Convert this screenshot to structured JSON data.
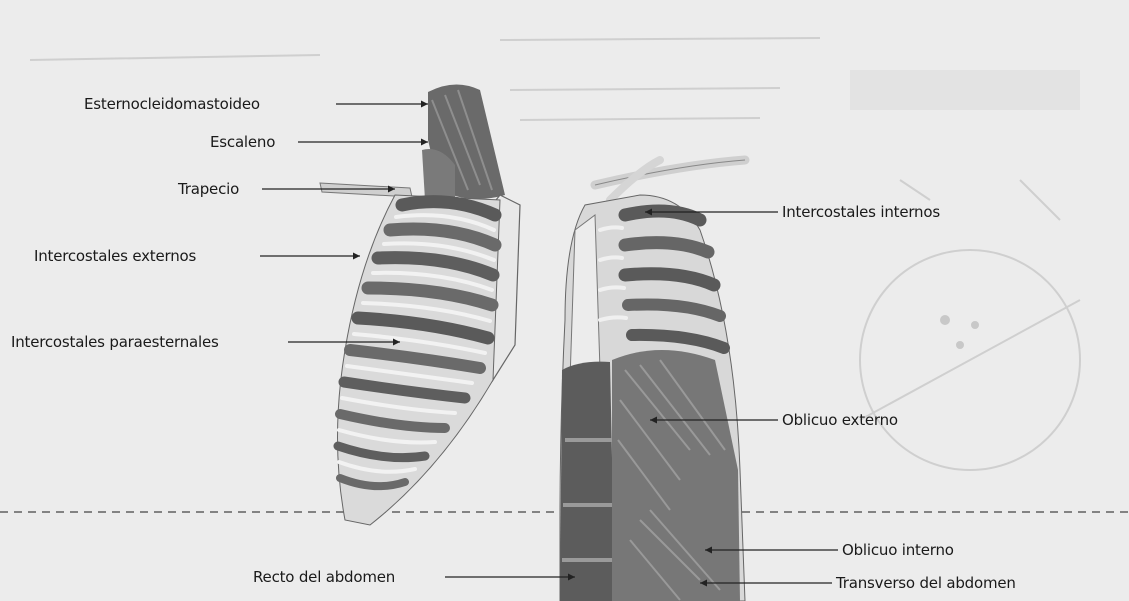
{
  "labels": {
    "esternocleidomastoideo": "Esternocleidomastoideo",
    "escaleno": "Escaleno",
    "trapecio": "Trapecio",
    "intercostales_externos": "Intercostales externos",
    "intercostales_paraesternales": "Intercostales paraesternales",
    "intercostales_internos": "Intercostales internos",
    "oblicuo_externo": "Oblicuo externo",
    "oblicuo_interno": "Oblicuo interno",
    "recto_del_abdomen": "Recto del abdomen",
    "transverso_del_abdomen": "Transverso del abdomen"
  },
  "colors": {
    "background": "#ededed",
    "muscle_dark": "#5f5f5f",
    "muscle_mid": "#8a8a8a",
    "bone_light": "#e6e6e6",
    "ink": "#1a1a1a"
  }
}
